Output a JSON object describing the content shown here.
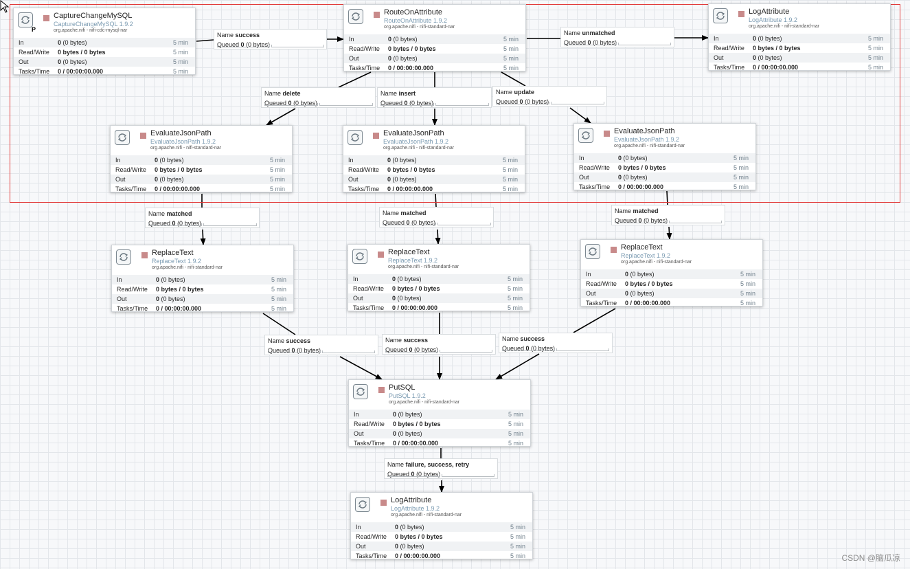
{
  "labels": {
    "in": "In",
    "read_write": "Read/Write",
    "out": "Out",
    "tasks_time": "Tasks/Time",
    "name": "Name",
    "queued": "Queued",
    "time_window": "5 min"
  },
  "processors": {
    "capture": {
      "name": "CaptureChangeMySQL",
      "type": "CaptureChangeMySQL 1.9.2",
      "bundle": "org.apache.nifi - nifi-cdc-mysql-nar",
      "badge": "P",
      "in_count": "0",
      "in_size": " (0 bytes)",
      "rw": "0 bytes / 0 bytes",
      "out_count": "0",
      "out_size": " (0 bytes)",
      "tasks": "0 / 00:00:00.000"
    },
    "route": {
      "name": "RouteOnAttribute",
      "type": "RouteOnAttribute 1.9.2",
      "bundle": "org.apache.nifi - nifi-standard-nar",
      "in_count": "0",
      "in_size": " (0 bytes)",
      "rw": "0 bytes / 0 bytes",
      "out_count": "0",
      "out_size": " (0 bytes)",
      "tasks": "0 / 00:00:00.000"
    },
    "log_top": {
      "name": "LogAttribute",
      "type": "LogAttribute 1.9.2",
      "bundle": "org.apache.nifi - nifi-standard-nar",
      "in_count": "0",
      "in_size": " (0 bytes)",
      "rw": "0 bytes / 0 bytes",
      "out_count": "0",
      "out_size": " (0 bytes)",
      "tasks": "0 / 00:00:00.000"
    },
    "eval_left": {
      "name": "EvaluateJsonPath",
      "type": "EvaluateJsonPath 1.9.2",
      "bundle": "org.apache.nifi - nifi-standard-nar",
      "in_count": "0",
      "in_size": " (0 bytes)",
      "rw": "0 bytes / 0 bytes",
      "out_count": "0",
      "out_size": " (0 bytes)",
      "tasks": "0 / 00:00:00.000"
    },
    "eval_mid": {
      "name": "EvaluateJsonPath",
      "type": "EvaluateJsonPath 1.9.2",
      "bundle": "org.apache.nifi - nifi-standard-nar",
      "in_count": "0",
      "in_size": " (0 bytes)",
      "rw": "0 bytes / 0 bytes",
      "out_count": "0",
      "out_size": " (0 bytes)",
      "tasks": "0 / 00:00:00.000"
    },
    "eval_right": {
      "name": "EvaluateJsonPath",
      "type": "EvaluateJsonPath 1.9.2",
      "bundle": "org.apache.nifi - nifi-standard-nar",
      "in_count": "0",
      "in_size": " (0 bytes)",
      "rw": "0 bytes / 0 bytes",
      "out_count": "0",
      "out_size": " (0 bytes)",
      "tasks": "0 / 00:00:00.000"
    },
    "replace_left": {
      "name": "ReplaceText",
      "type": "ReplaceText 1.9.2",
      "bundle": "org.apache.nifi - nifi-standard-nar",
      "in_count": "0",
      "in_size": " (0 bytes)",
      "rw": "0 bytes / 0 bytes",
      "out_count": "0",
      "out_size": " (0 bytes)",
      "tasks": "0 / 00:00:00.000"
    },
    "replace_mid": {
      "name": "ReplaceText",
      "type": "ReplaceText 1.9.2",
      "bundle": "org.apache.nifi - nifi-standard-nar",
      "in_count": "0",
      "in_size": " (0 bytes)",
      "rw": "0 bytes / 0 bytes",
      "out_count": "0",
      "out_size": " (0 bytes)",
      "tasks": "0 / 00:00:00.000"
    },
    "replace_right": {
      "name": "ReplaceText",
      "type": "ReplaceText 1.9.2",
      "bundle": "org.apache.nifi - nifi-standard-nar",
      "in_count": "0",
      "in_size": " (0 bytes)",
      "rw": "0 bytes / 0 bytes",
      "out_count": "0",
      "out_size": " (0 bytes)",
      "tasks": "0 / 00:00:00.000"
    },
    "putsql": {
      "name": "PutSQL",
      "type": "PutSQL 1.9.2",
      "bundle": "org.apache.nifi - nifi-standard-nar",
      "in_count": "0",
      "in_size": " (0 bytes)",
      "rw": "0 bytes / 0 bytes",
      "out_count": "0",
      "out_size": " (0 bytes)",
      "tasks": "0 / 00:00:00.000"
    },
    "log_bottom": {
      "name": "LogAttribute",
      "type": "LogAttribute 1.9.2",
      "bundle": "org.apache.nifi - nifi-standard-nar",
      "in_count": "0",
      "in_size": " (0 bytes)",
      "rw": "0 bytes / 0 bytes",
      "out_count": "0",
      "out_size": " (0 bytes)",
      "tasks": "0 / 00:00:00.000"
    }
  },
  "connections": {
    "success_top": {
      "relationship": "success",
      "queued_count": "0",
      "queued_size": " (0 bytes)"
    },
    "unmatched": {
      "relationship": "unmatched",
      "queued_count": "0",
      "queued_size": " (0 bytes)"
    },
    "delete": {
      "relationship": "delete",
      "queued_count": "0",
      "queued_size": " (0 bytes)"
    },
    "insert": {
      "relationship": "insert",
      "queued_count": "0",
      "queued_size": " (0 bytes)"
    },
    "update": {
      "relationship": "update",
      "queued_count": "0",
      "queued_size": " (0 bytes)"
    },
    "matched_left": {
      "relationship": "matched",
      "queued_count": "0",
      "queued_size": " (0 bytes)"
    },
    "matched_mid": {
      "relationship": "matched",
      "queued_count": "0",
      "queued_size": " (0 bytes)"
    },
    "matched_right": {
      "relationship": "matched",
      "queued_count": "0",
      "queued_size": " (0 bytes)"
    },
    "success_left": {
      "relationship": "success",
      "queued_count": "0",
      "queued_size": " (0 bytes)"
    },
    "success_mid": {
      "relationship": "success",
      "queued_count": "0",
      "queued_size": " (0 bytes)"
    },
    "success_right": {
      "relationship": "success",
      "queued_count": "0",
      "queued_size": " (0 bytes)"
    },
    "final": {
      "relationship": "failure, success, retry",
      "queued_count": "0",
      "queued_size": " (0 bytes)"
    }
  },
  "processor_icon": "processor-icon",
  "stopped_icon": "stopped-status-icon",
  "stopped_color": "#c88a8a",
  "selection_color": "#e23a3a",
  "watermark": "CSDN @脑瓜凉"
}
